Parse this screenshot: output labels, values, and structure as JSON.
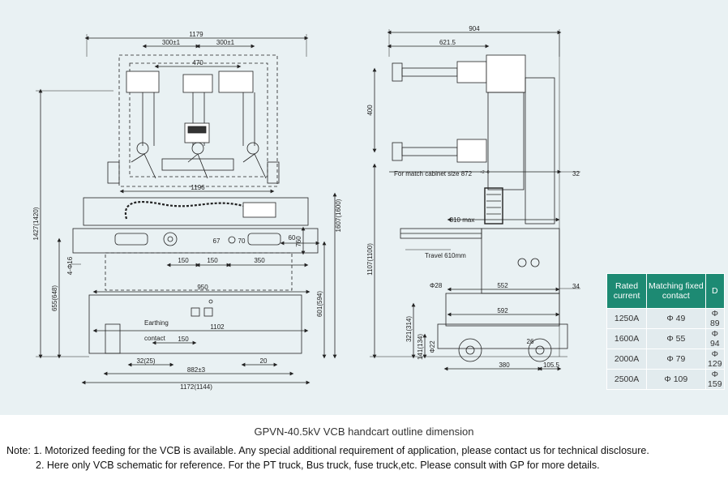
{
  "caption": "GPVN-40.5kV VCB handcart outline dimension",
  "notes": [
    "Note: 1. Motorized feeding for the VCB is available. Any special additional requirement of application, please contact us for technical disclosure.",
    "2. Here only VCB schematic for reference. For the PT truck, Bus truck, fuse truck,etc. Please consult with GP for more details."
  ],
  "front_view": {
    "dims": {
      "width_1179": "1179",
      "phase_left": "300±1",
      "phase_right": "300±1",
      "inner_470": "470",
      "width_1196": "1196",
      "gap_60": "60",
      "side_150a": "150",
      "side_150b": "150",
      "side_350": "350",
      "width_950": "950",
      "width_1102": "1102",
      "earthing_150": "150",
      "bottom_32": "32(25)",
      "bottom_20": "20",
      "bottom_882": "882±3",
      "bottom_1172": "1172(1144)",
      "phi16": "4-Φ16",
      "phi_small": "67",
      "phi_70": "70",
      "h_1427": "1427(1420)",
      "h_1607": "1607(1600)",
      "h_655": "655(648)",
      "h_601": "601(594)",
      "h_760": "760"
    },
    "labels": {
      "earthing": "Earthing",
      "contact": "contact"
    }
  },
  "side_view": {
    "dims": {
      "width_904": "904",
      "width_621": "621.5",
      "h_400": "400",
      "match_cabinet": "For match cabinet size 872",
      "match_tol": "+2 -0",
      "d_32": "32",
      "travel_810": "810 max",
      "travel_label": "Travel 610mm",
      "h_1107": "1107(1100)",
      "phi28": "Φ28",
      "w_552": "552",
      "d_34": "34",
      "w_592": "592",
      "h_321": "321(314)",
      "h_141": "141(134)",
      "phi22": "Φ22",
      "d_26": "26",
      "w_380": "380",
      "w_105": "105.5"
    }
  },
  "rating_table": {
    "headers": [
      "Rated current",
      "Matching fixed contact",
      "D"
    ],
    "rows": [
      [
        "1250A",
        "Φ 49",
        "Φ 89"
      ],
      [
        "1600A",
        "Φ 55",
        "Φ 94"
      ],
      [
        "2000A",
        "Φ 79",
        "Φ 129"
      ],
      [
        "2500A",
        "Φ 109",
        "Φ 159"
      ]
    ]
  }
}
